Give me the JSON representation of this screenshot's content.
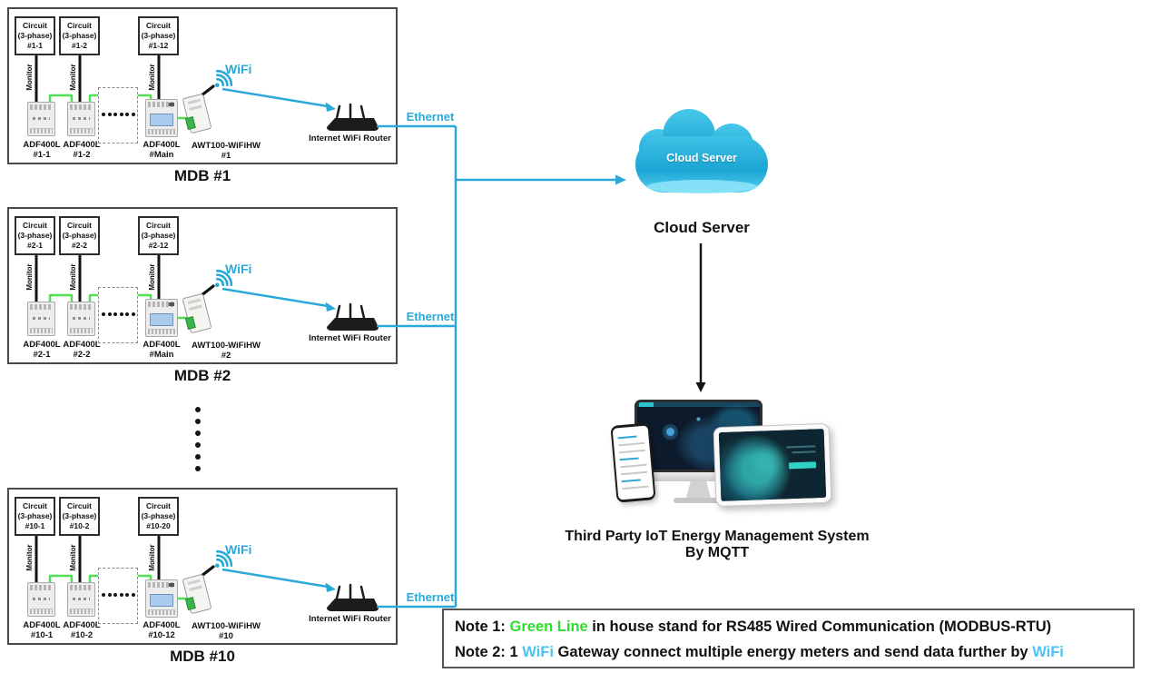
{
  "colors": {
    "line_cyan": "#2AA9D8",
    "line_green": "#53DE53",
    "note_green": "#2EDD2E",
    "note_cyan": "#4FC3F0",
    "cloud_top": "#45C6E8",
    "cloud_bottom": "#17A0CE"
  },
  "panels": [
    {
      "mdb_label": "MDB #1",
      "monitor_label": "Monitor",
      "wifi_label": "WiFi",
      "ethernet_label": "Ethernet",
      "router_label": "Internet WiFi Router",
      "circuits": [
        [
          "Circuit",
          "(3-phase)",
          "#1-1"
        ],
        [
          "Circuit",
          "(3-phase)",
          "#1-2"
        ],
        [
          "Circuit",
          "(3-phase)",
          "#1-12"
        ]
      ],
      "meters": [
        [
          "ADF400L",
          "#1-1"
        ],
        [
          "ADF400L",
          "#1-2"
        ],
        [
          "ADF400L",
          "#Main"
        ]
      ],
      "gateway": [
        "AWT100-WiFiHW",
        "#1"
      ]
    },
    {
      "mdb_label": "MDB #2",
      "monitor_label": "Monitor",
      "wifi_label": "WiFi",
      "ethernet_label": "Ethernet",
      "router_label": "Internet WiFi Router",
      "circuits": [
        [
          "Circuit",
          "(3-phase)",
          "#2-1"
        ],
        [
          "Circuit",
          "(3-phase)",
          "#2-2"
        ],
        [
          "Circuit",
          "(3-phase)",
          "#2-12"
        ]
      ],
      "meters": [
        [
          "ADF400L",
          "#2-1"
        ],
        [
          "ADF400L",
          "#2-2"
        ],
        [
          "ADF400L",
          "#Main"
        ]
      ],
      "gateway": [
        "AWT100-WiFiHW",
        "#2"
      ]
    },
    {
      "mdb_label": "MDB #10",
      "monitor_label": "Monitor",
      "wifi_label": "WiFi",
      "ethernet_label": "Ethernet",
      "router_label": "Internet WiFi Router",
      "circuits": [
        [
          "Circuit",
          "(3-phase)",
          "#10-1"
        ],
        [
          "Circuit",
          "(3-phase)",
          "#10-2"
        ],
        [
          "Circuit",
          "(3-phase)",
          "#10-20"
        ]
      ],
      "meters": [
        [
          "ADF400L",
          "#10-1"
        ],
        [
          "ADF400L",
          "#10-2"
        ],
        [
          "ADF400L",
          "#10-12"
        ]
      ],
      "gateway": [
        "AWT100-WiFiHW",
        "#10"
      ]
    }
  ],
  "cloud": {
    "icon_label": "Cloud Server",
    "caption": "Cloud Server"
  },
  "iot_system": {
    "title": "Third Party IoT Energy Management System",
    "subtitle": "By MQTT"
  },
  "notes": {
    "line1": [
      {
        "text": "Note 1: "
      },
      {
        "text": "Green Line",
        "color": "#2EDD2E"
      },
      {
        "text": " in house stand for RS485 Wired Communication (MODBUS-RTU)"
      }
    ],
    "line2": [
      {
        "text": "Note 2: 1 "
      },
      {
        "text": "WiFi",
        "color": "#4FC3F0"
      },
      {
        "text": " Gateway connect multiple energy meters and send data further by "
      },
      {
        "text": "WiFi",
        "color": "#4FC3F0"
      }
    ]
  }
}
